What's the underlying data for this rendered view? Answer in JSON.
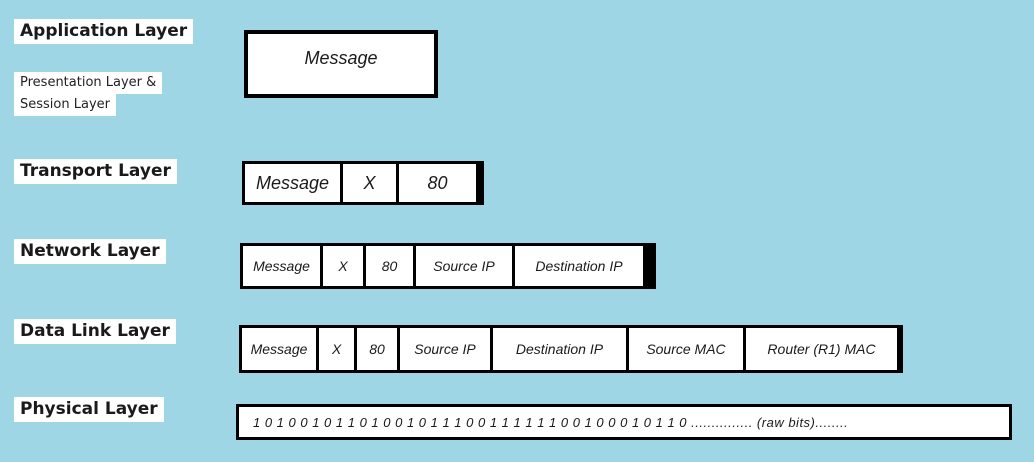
{
  "layers": {
    "application": "Application Layer",
    "presentation": "Presentation Layer &",
    "session": "Session Layer",
    "transport": "Transport Layer",
    "network": "Network Layer",
    "datalink": "Data Link Layer",
    "physical": "Physical Layer"
  },
  "application_pdu": {
    "message": "Message"
  },
  "transport_pdu": [
    "Message",
    "X",
    "80"
  ],
  "network_pdu": [
    "Message",
    "X",
    "80",
    "Source IP",
    "Destination IP"
  ],
  "datalink_pdu": [
    "Message",
    "X",
    "80",
    "Source IP",
    "Destination IP",
    "Source MAC",
    "Router (R1) MAC"
  ],
  "physical_pdu": "1 0 1 0 0 1 0 1 1 0 1 0 0 1 0 1 1 1 0 0 1 1 1 1 1 1 0 0 1 0 0 0 1 0 1 1 0 ............... (raw bits)........"
}
